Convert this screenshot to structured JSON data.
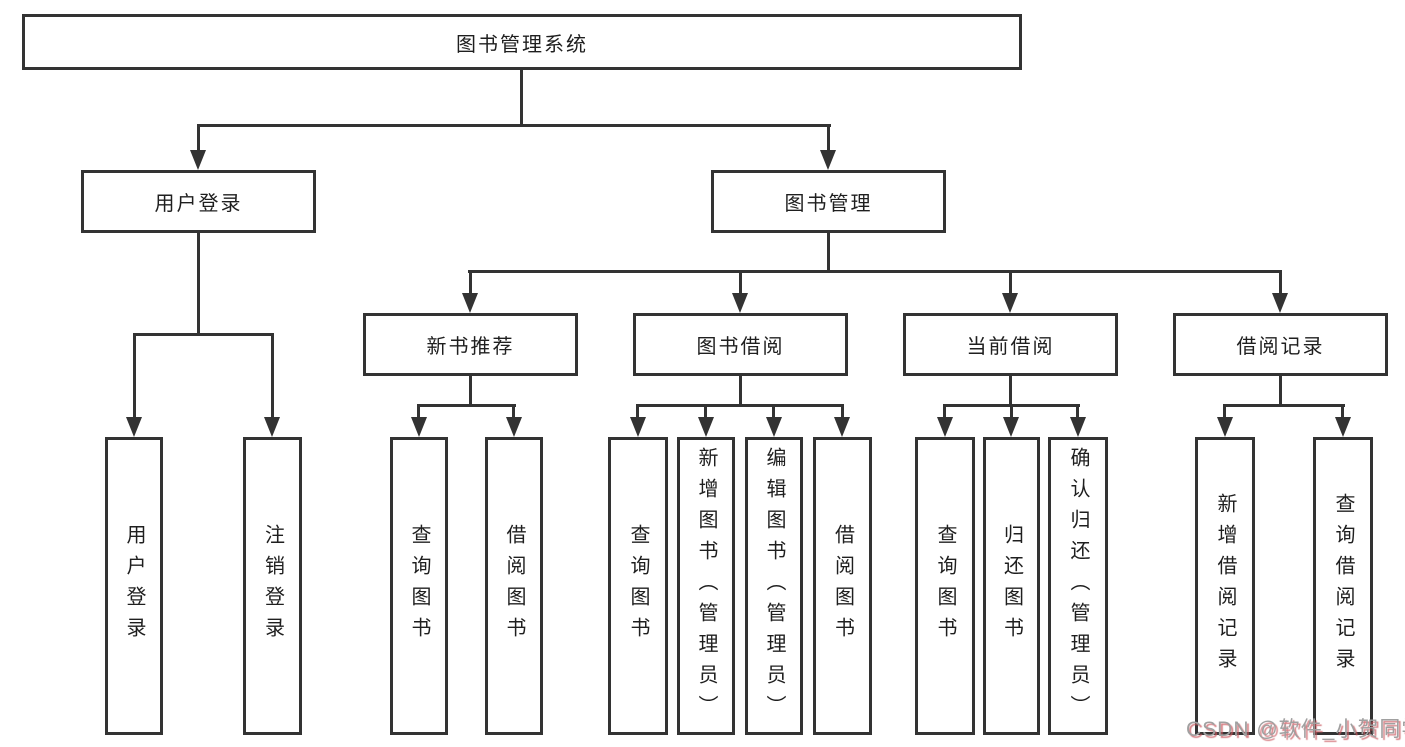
{
  "diagram": {
    "title_node": {
      "label": "图书管理系统"
    },
    "level1": [
      {
        "label": "用户登录"
      },
      {
        "label": "图书管理"
      }
    ],
    "level2": [
      {
        "label": "新书推荐"
      },
      {
        "label": "图书借阅"
      },
      {
        "label": "当前借阅"
      },
      {
        "label": "借阅记录"
      }
    ],
    "leaves": {
      "user_login": [
        {
          "label": "用户登录"
        },
        {
          "label": "注销登录"
        }
      ],
      "new_book": [
        {
          "label": "查询图书"
        },
        {
          "label": "借阅图书"
        }
      ],
      "book_borrow": [
        {
          "label": "查询图书"
        },
        {
          "label": "新增图书（管理员）"
        },
        {
          "label": "编辑图书（管理员）"
        },
        {
          "label": "借阅图书"
        }
      ],
      "current_borrow": [
        {
          "label": "查询图书"
        },
        {
          "label": "归还图书"
        },
        {
          "label": "确认归还（管理员）"
        }
      ],
      "borrow_record": [
        {
          "label": "新增借阅记录"
        },
        {
          "label": "查询借阅记录"
        }
      ]
    },
    "colors": {
      "line": "#333333",
      "box_border": "#333333",
      "text": "#1f1f1f",
      "background": "#ffffff"
    }
  },
  "watermark": {
    "text": "CSDN @软件_小贺同学",
    "color": "#a0a0a0",
    "shadow_color": "#c9575d"
  }
}
